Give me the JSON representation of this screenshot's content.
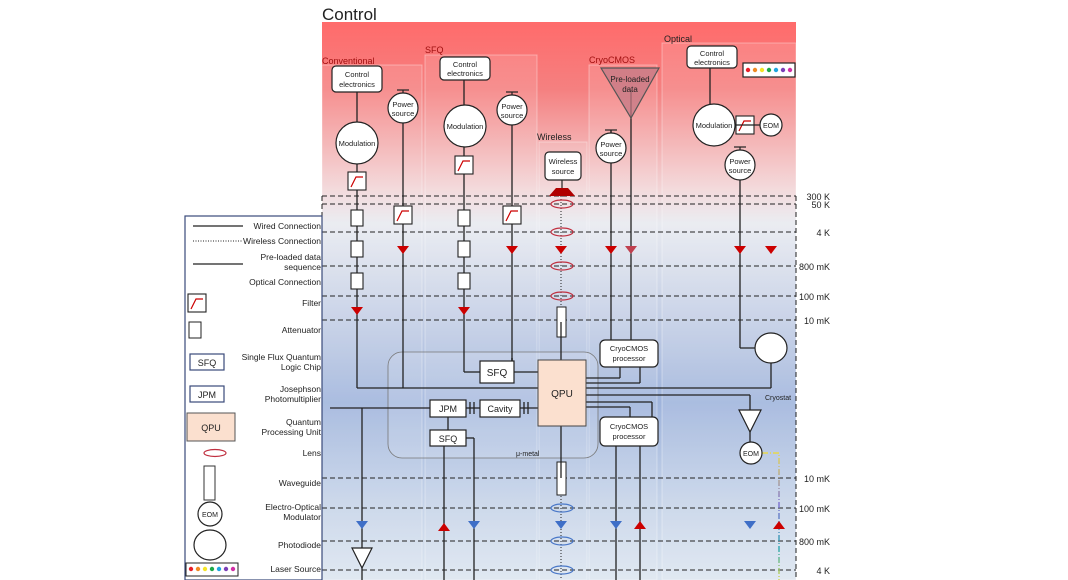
{
  "title": "Control",
  "groups": {
    "conventional": "Conventional",
    "sfq": "SFQ",
    "wireless": "Wireless",
    "cryocmos": "CryoCMOS",
    "optical": "Optical"
  },
  "components": {
    "control_electronics": [
      "Control",
      "electronics"
    ],
    "modulation": "Modulation",
    "power_source": [
      "Power",
      "source"
    ],
    "wireless_source": [
      "Wireless",
      "source"
    ],
    "preloaded_data": [
      "Pre-loaded",
      "data"
    ],
    "eom": "EOM",
    "sfq": "SFQ",
    "jpm": "JPM",
    "cavity": "Cavity",
    "qpu": "QPU",
    "cryocmos_processor": [
      "CryoCMOS",
      "processor"
    ],
    "mu_metal": "μ-metal",
    "cryostat": "Cryostat"
  },
  "temperature_stages": {
    "top": [
      "300 K",
      "50 K",
      "4 K",
      "800 mK",
      "100 mK",
      "10 mK"
    ],
    "bottom": [
      "10 mK",
      "100 mK",
      "800 mK",
      "4 K"
    ]
  },
  "legend": [
    {
      "icon": "wired-line",
      "label": [
        "Wired Connection"
      ]
    },
    {
      "icon": "wireless-line",
      "label": [
        "Wireless Connection"
      ]
    },
    {
      "icon": "preloaded-line",
      "label": [
        "Pre-loaded data",
        "sequence"
      ]
    },
    {
      "icon": "optical-line",
      "label": [
        "Optical Connection"
      ]
    },
    {
      "icon": "filter-icon",
      "label": [
        "Filter"
      ]
    },
    {
      "icon": "attenuator-icon",
      "label": [
        "Attenuator"
      ]
    },
    {
      "icon": "sfq-box",
      "text": "SFQ",
      "label": [
        "Single Flux Quantum",
        "Logic Chip"
      ]
    },
    {
      "icon": "jpm-box",
      "text": "JPM",
      "label": [
        "Josephson",
        "Photomultiplier"
      ]
    },
    {
      "icon": "qpu-box",
      "text": "QPU",
      "label": [
        "Quantum",
        "Processing Unit"
      ]
    },
    {
      "icon": "lens-icon",
      "label": [
        "Lens"
      ]
    },
    {
      "icon": "waveguide-icon",
      "label": [
        "Waveguide"
      ]
    },
    {
      "icon": "eom-circle",
      "text": "EOM",
      "label": [
        "Electro-Optical",
        "Modulator"
      ]
    },
    {
      "icon": "photodiode-icon",
      "label": [
        "Photodiode"
      ]
    },
    {
      "icon": "laser-source-icon",
      "label": [
        "Laser Source"
      ]
    }
  ],
  "colors": {
    "control_red": "#ff6b6b",
    "cold_blue": "#9fb4dc",
    "arrow_red": "#cc0000",
    "arrow_blue": "#3f6fc7",
    "qpu_fill": "#fbe0cf",
    "laser_dots": [
      "#e8202a",
      "#f08a24",
      "#f4e426",
      "#1fa84a",
      "#1fa6e0",
      "#7b3fb8",
      "#d12fa6"
    ]
  }
}
